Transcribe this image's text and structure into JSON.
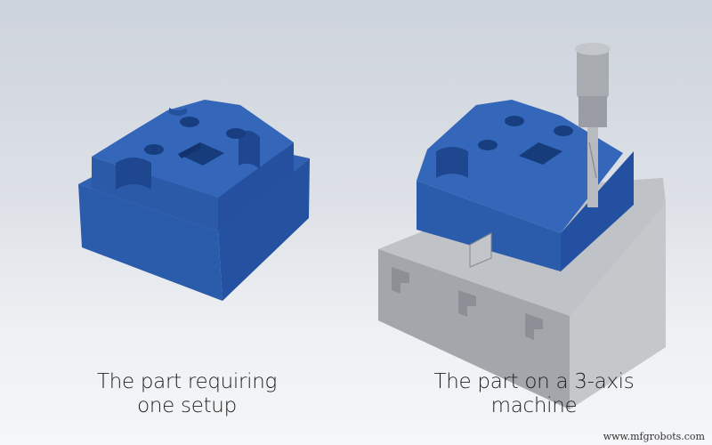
{
  "figure": {
    "left_panel": {
      "caption_line1": "The part requiring",
      "caption_line2": "one setup",
      "object": "blue-machined-part"
    },
    "right_panel": {
      "caption_line1": "The part on a 3-axis",
      "caption_line2": "machine",
      "objects": [
        "blue-machined-part",
        "grey-t-slot-table",
        "clamp",
        "end-mill-spindle"
      ]
    },
    "watermark": "www.mfgrobots.com",
    "colors": {
      "part_blue": "#2a5aa8",
      "part_top": "#3263b8",
      "part_side": "#1f4a92",
      "table_grey": "#a9acb2",
      "background": "#dde1e7",
      "text": "#222222"
    }
  }
}
